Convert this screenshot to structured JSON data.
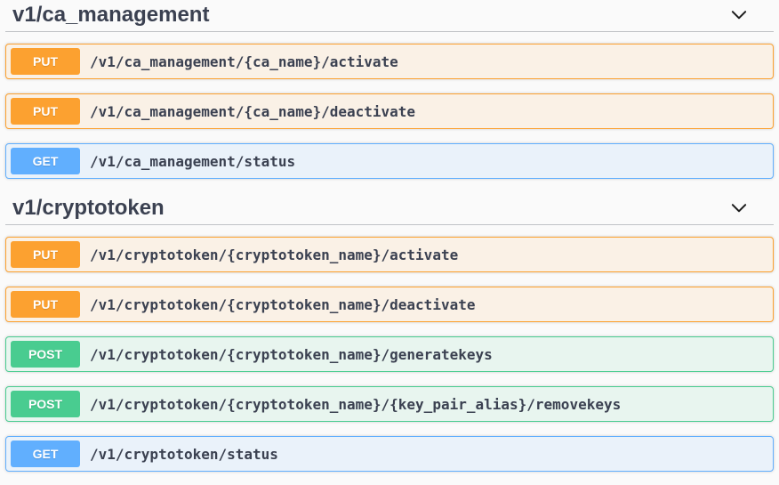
{
  "colors": {
    "put": "#fca130",
    "put_bg": "#faf1e6",
    "get": "#61affe",
    "get_bg": "#eaf2fa",
    "post": "#49cc90",
    "post_bg": "#e8f5ef",
    "text": "#3b4151",
    "header_divider": "rgba(59,65,81,0.3)",
    "page_background": "#fafafa"
  },
  "icons": {
    "section_toggle": "chevron-down-icon"
  },
  "sections": [
    {
      "title": "v1/ca_management",
      "expanded": true,
      "endpoints": [
        {
          "method": "PUT",
          "path": "/v1/ca_management/{ca_name}/activate"
        },
        {
          "method": "PUT",
          "path": "/v1/ca_management/{ca_name}/deactivate"
        },
        {
          "method": "GET",
          "path": "/v1/ca_management/status"
        }
      ]
    },
    {
      "title": "v1/cryptotoken",
      "expanded": true,
      "endpoints": [
        {
          "method": "PUT",
          "path": "/v1/cryptotoken/{cryptotoken_name}/activate"
        },
        {
          "method": "PUT",
          "path": "/v1/cryptotoken/{cryptotoken_name}/deactivate"
        },
        {
          "method": "POST",
          "path": "/v1/cryptotoken/{cryptotoken_name}/generatekeys"
        },
        {
          "method": "POST",
          "path": "/v1/cryptotoken/{cryptotoken_name}/{key_pair_alias}/removekeys"
        },
        {
          "method": "GET",
          "path": "/v1/cryptotoken/status"
        }
      ]
    }
  ]
}
